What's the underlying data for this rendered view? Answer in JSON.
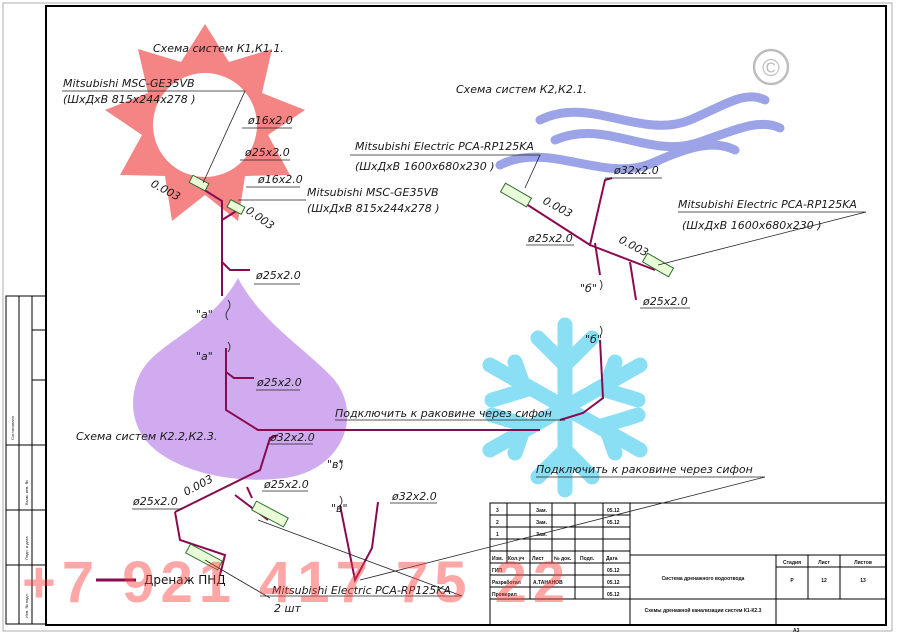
{
  "labels": {
    "scheme_k1": "Схема систем К1,К1.1.",
    "scheme_k2": "Схема систем К2,К2.1.",
    "scheme_k22": "Схема систем К2.2,К2.3.",
    "unit_msc_1": "Mitsubishi MSC-GE35VB",
    "unit_msc_1_dims": "(ШхДхВ 815х244х278 )",
    "unit_msc_2": "Mitsubishi MSC-GE35VB",
    "unit_msc_2_dims": "(ШхДхВ 815х244х278 )",
    "unit_pca_1": "Mitsubishi Electric PCA-RP125KA",
    "unit_pca_1_dims": "(ШхДхВ 1600х680х230 )",
    "unit_pca_2": "Mitsubishi Electric PCA-RP125KA",
    "unit_pca_2_dims": "(ШхДхВ 1600х680х230 )",
    "unit_pca_3": "Mitsubishi Electric PCA-RP125KA",
    "unit_pca_3_qty": "2 шт",
    "pipe_16_a": "ø16х2.0",
    "pipe_25_a": "ø25х2.0",
    "pipe_16_b": "ø16х2.0",
    "pipe_25_b": "ø25х2.0",
    "pipe_25_c": "ø25х2.0",
    "pipe_32_a": "ø32х2.0",
    "pipe_25_d": "ø25х2.0",
    "pipe_25_e": "ø25х2.0",
    "pipe_32_b": "ø32х2.0",
    "pipe_25_f": "ø25х2.0",
    "pipe_25_g": "ø25х2.0",
    "pipe_32_c": "ø32х2.0",
    "slope_1": "0.003",
    "slope_2": "0.003",
    "slope_3": "0.003",
    "slope_4": "0.003",
    "slope_5": "0.003",
    "break_a1": "\"а\"",
    "break_a2": "\"а\"",
    "break_b1": "\"б\"",
    "break_b2": "\"б\"",
    "break_v1": "\"в\"",
    "break_v2": "\"в\"",
    "connect_1": "Подключить к раковине через сифон",
    "connect_2": "Подключить к раковине через сифон",
    "legend_text": "Дренаж ПНД",
    "copyright": "©",
    "side_stamp": "Согласовано",
    "sheet_format": "А3"
  },
  "title_block": {
    "rev_rows": [
      [
        "3",
        "",
        "Зам.",
        "",
        "",
        "05.12"
      ],
      [
        "2",
        "",
        "Зам.",
        "",
        "",
        "05.12"
      ],
      [
        "1",
        "",
        "Зам.",
        "",
        "",
        ""
      ]
    ],
    "header": [
      "Изм.",
      "Кол.уч",
      "Лист",
      "№ док.",
      "Подп.",
      "Дата"
    ],
    "people": [
      [
        "ГИП",
        "",
        "05.12"
      ],
      [
        "Разработал",
        "А.ТАНАНОВ",
        "05.12"
      ],
      [
        "Проверил",
        "",
        "05.12"
      ]
    ],
    "stage_header": [
      "Стадия",
      "Лист",
      "Листов"
    ],
    "stage_values": [
      "Р",
      "12",
      "13"
    ],
    "system_name": "Система дренажного водоотвода",
    "sheet_title": "Схемы дренажной канализации систем К1-К2.3",
    "left_stamps": [
      "Взам. инв. №",
      "Подп. и дата",
      "Инв. № подл."
    ]
  },
  "watermark": {
    "phone": "+7 921 417 75 22",
    "color": "#ff3b3b"
  },
  "colors": {
    "pipe": "#8a0a50",
    "unit_fill": "#e9ffd8",
    "sun": "#f25c5c",
    "drop": "#b97ee6",
    "snow": "#5ad2f0",
    "wind": "#7b86e0"
  }
}
